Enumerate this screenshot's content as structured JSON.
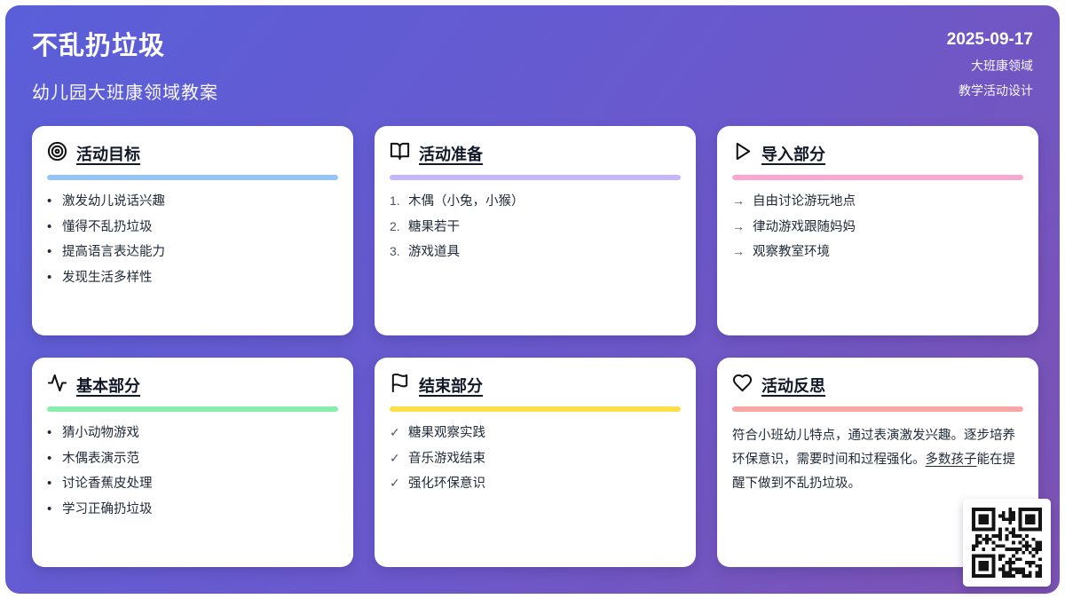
{
  "page": {
    "title": "不乱扔垃圾",
    "subtitle": "幼儿园大班康领域教案",
    "meta": {
      "date": "2025-09-17",
      "line1": "大班康领域",
      "line2": "教学活动设计"
    },
    "colors": {
      "bg_gradient_start": "#5a5fd9",
      "bg_gradient_end": "#7d52b2"
    }
  },
  "cards": [
    {
      "icon": "target-icon",
      "title": "活动目标",
      "accent": "#93c5fd",
      "items": [
        {
          "marker": "•",
          "text": "激发幼儿说话兴趣"
        },
        {
          "marker": "•",
          "text": "懂得不乱扔垃圾"
        },
        {
          "marker": "•",
          "text": "提高语言表达能力"
        },
        {
          "marker": "•",
          "text": "发现生活多样性"
        }
      ]
    },
    {
      "icon": "book-open-icon",
      "title": "活动准备",
      "accent": "#c4b5fd",
      "items": [
        {
          "marker": "1.",
          "text": "木偶（小兔，小猴）"
        },
        {
          "marker": "2.",
          "text": "糖果若干"
        },
        {
          "marker": "3.",
          "text": "游戏道具"
        }
      ]
    },
    {
      "icon": "play-icon",
      "title": "导入部分",
      "accent": "#f9a8d4",
      "items": [
        {
          "marker": "→",
          "text": "自由讨论游玩地点"
        },
        {
          "marker": "→",
          "text": "律动游戏跟随妈妈"
        },
        {
          "marker": "→",
          "text": "观察教室环境"
        }
      ]
    },
    {
      "icon": "activity-icon",
      "title": "基本部分",
      "accent": "#86efac",
      "items": [
        {
          "marker": "•",
          "text": "猜小动物游戏"
        },
        {
          "marker": "•",
          "text": "木偶表演示范"
        },
        {
          "marker": "•",
          "text": "讨论香蕉皮处理"
        },
        {
          "marker": "•",
          "text": "学习正确扔垃圾"
        }
      ]
    },
    {
      "icon": "flag-icon",
      "title": "结束部分",
      "accent": "#fde047",
      "items": [
        {
          "marker": "✓",
          "text": "糖果观察实践"
        },
        {
          "marker": "✓",
          "text": "音乐游戏结束"
        },
        {
          "marker": "✓",
          "text": "强化环保意识"
        }
      ]
    },
    {
      "icon": "heart-icon",
      "title": "活动反思",
      "accent": "#fca5a5",
      "paragraph": {
        "before": "符合小班幼儿特点，通过表演激发兴趣。逐步培养环保意识，需要时间和过程强化。",
        "underline": "多数孩子",
        "after": "能在提醒下做到不乱扔垃圾。"
      }
    }
  ],
  "qr": {
    "name": "qr-code"
  }
}
